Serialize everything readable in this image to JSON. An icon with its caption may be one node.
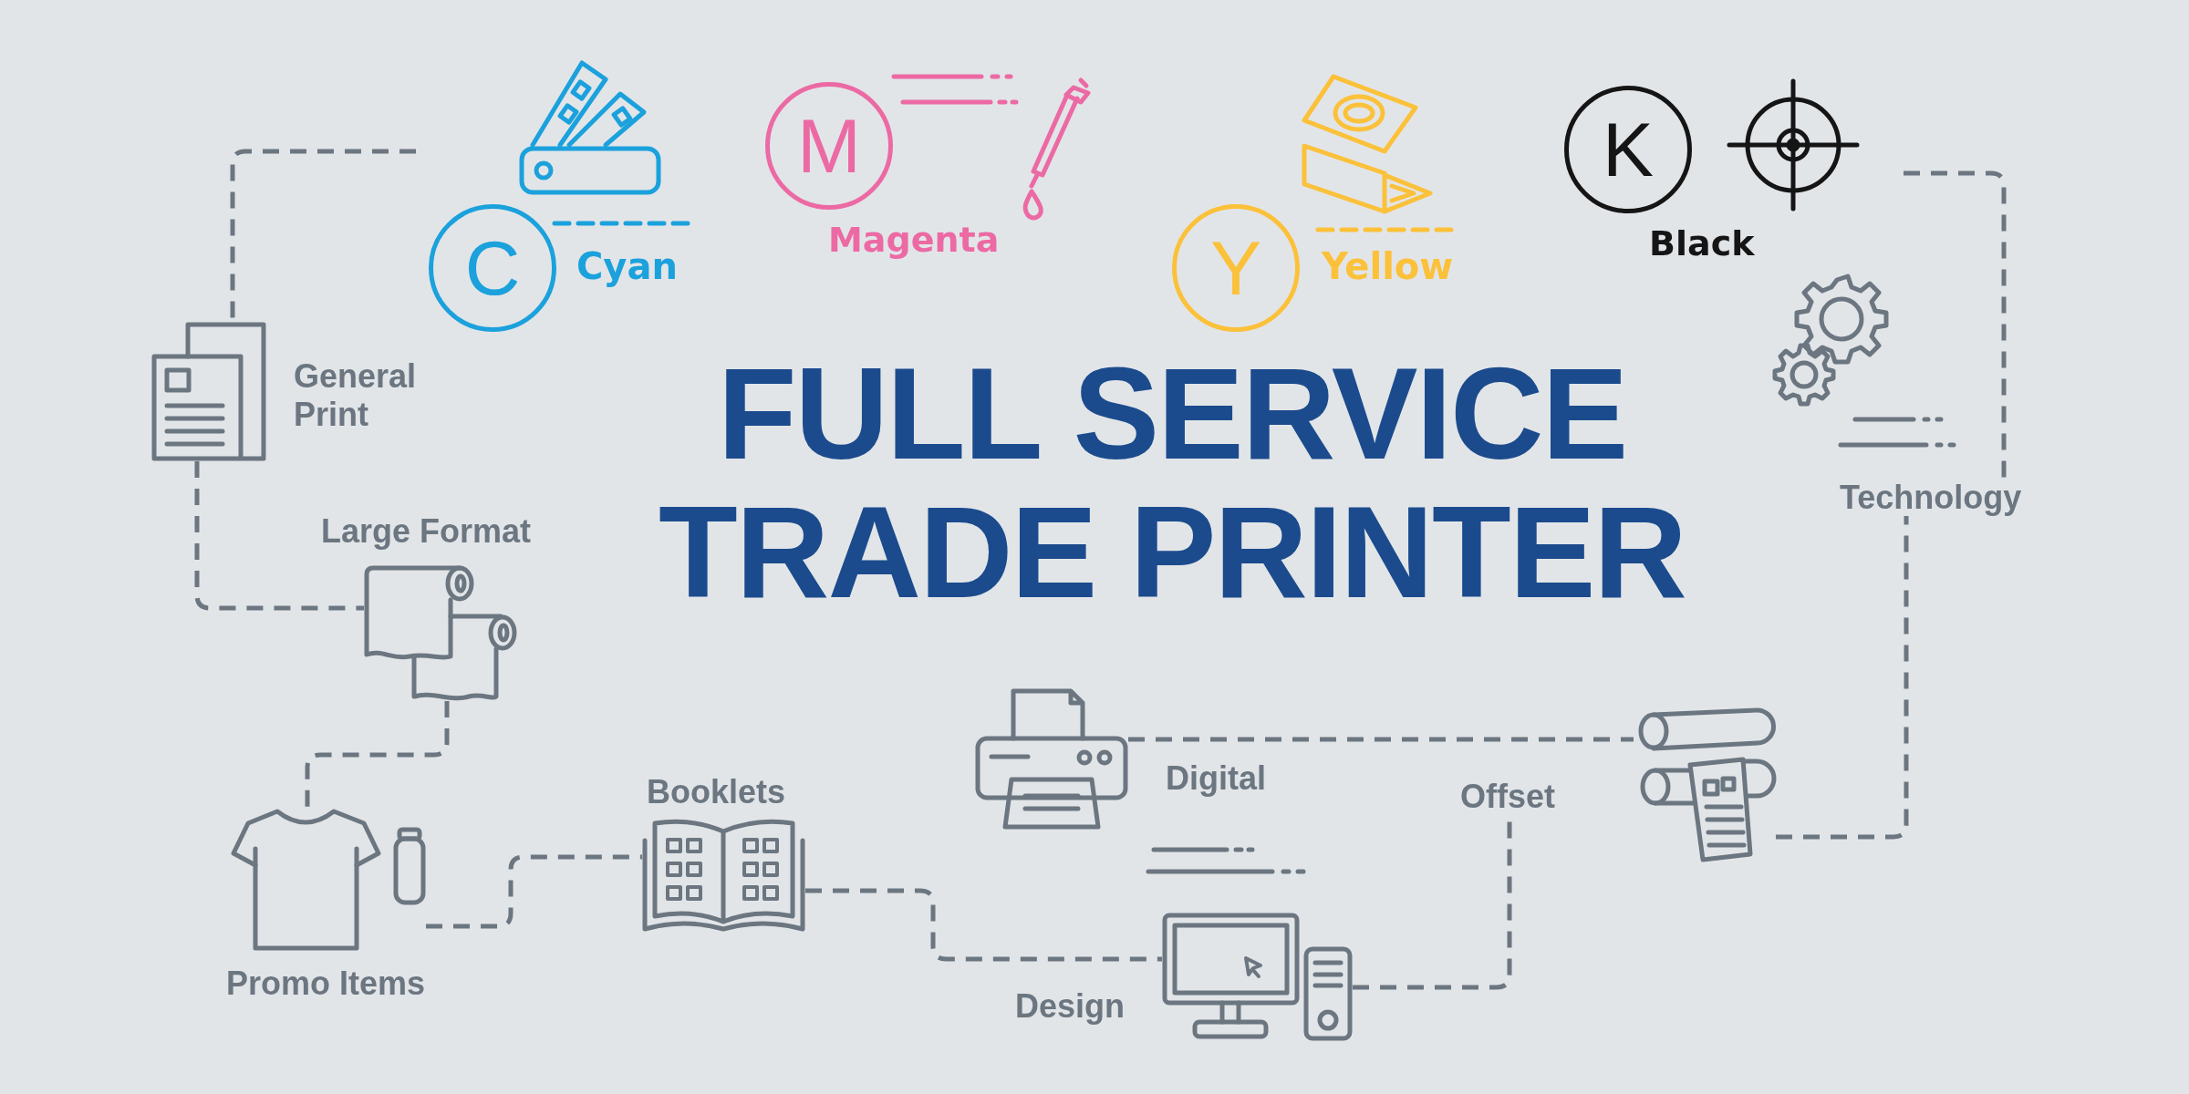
{
  "diagram": {
    "title": "FULL SERVICE TRADE PRINTER",
    "nodes": [
      {
        "text": [
          "C"
        ],
        "beside": [
          "Cyan"
        ]
      },
      {
        "text": [
          "M"
        ],
        "beside": [
          "Magenta"
        ]
      },
      {
        "text": [
          "Y"
        ],
        "beside": [
          "Yellow"
        ]
      },
      {
        "text": [
          "K"
        ],
        "beside": [
          "Black"
        ]
      },
      {
        "text": [],
        "shape": "picture",
        "beside": [
          "General Print"
        ]
      },
      {
        "text": [],
        "shape": "picture",
        "beside": [
          "Large Format"
        ]
      },
      {
        "text": [],
        "shape": "picture",
        "beside": [
          "Promo Items"
        ]
      },
      {
        "text": [],
        "shape": "picture",
        "beside": [
          "Booklets"
        ]
      },
      {
        "text": [],
        "shape": "picture",
        "beside": [
          "Design"
        ]
      },
      {
        "text": [],
        "shape": "picture",
        "beside": [
          "Digital"
        ]
      },
      {
        "text": [
          "Offset"
        ]
      },
      {
        "text": [],
        "shape": "picture"
      },
      {
        "text": [
          "Technology"
        ]
      }
    ],
    "edges": [
      {
        "from": null,
        "to": 4,
        "arrow": "none",
        "style": "dashed"
      },
      {
        "from": 4,
        "to": 5,
        "arrow": "none",
        "style": "dashed"
      },
      {
        "from": 5,
        "to": 6,
        "arrow": "none",
        "style": "dashed"
      },
      {
        "from": 6,
        "to": 7,
        "arrow": "none",
        "style": "dashed"
      },
      {
        "from": 7,
        "to": 8,
        "arrow": "none",
        "style": "dashed"
      },
      {
        "from": 8,
        "to": 10,
        "arrow": "none",
        "style": "dashed"
      },
      {
        "from": 9,
        "to": 11,
        "arrow": "none",
        "style": "dashed"
      },
      {
        "from": 11,
        "to": 12,
        "arrow": "none",
        "style": "dashed"
      },
      {
        "from": null,
        "to": 12,
        "arrow": "none",
        "style": "dashed"
      }
    ]
  }
}
